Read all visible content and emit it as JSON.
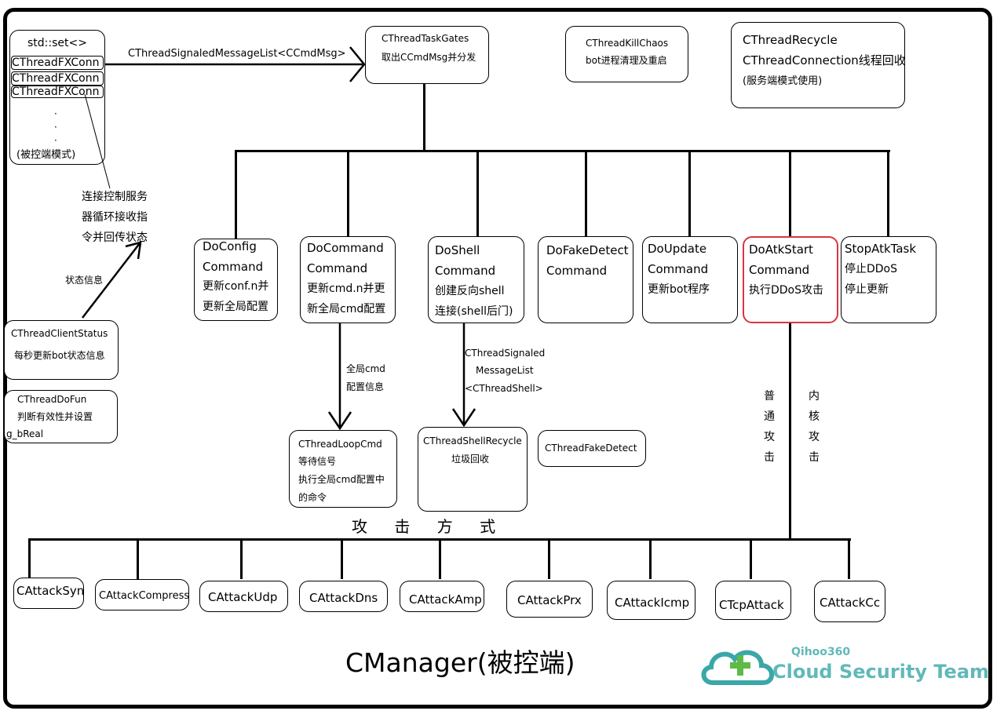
{
  "std_set": {
    "title": "std::set<>",
    "items": [
      "CThreadFXConn",
      "CThreadFXConn",
      "CThreadFXConn"
    ],
    "dots": [
      "·",
      "·",
      "·"
    ],
    "mode": "(被控端模式)"
  },
  "signaled_list_label": "CThreadSignaledMessageList<CCmdMsg>",
  "task_gates": {
    "title": "CThreadTaskGates",
    "desc": "取出CCmdMsg并分发"
  },
  "kill_chaos": {
    "title": "CThreadKillChaos",
    "desc": "bot进程清理及重启"
  },
  "recycle": {
    "lines": [
      "CThreadRecycle",
      "CThreadConnection线程回收",
      "(服务端模式使用)"
    ]
  },
  "loop_note": [
    "连接控制服务",
    "器循环接收指",
    "令并回传状态"
  ],
  "status_info": "状态信息",
  "client_status": {
    "title": "CThreadClientStatus",
    "desc": "每秒更新bot状态信息"
  },
  "do_fun": {
    "lines": [
      "CThreadDoFun",
      "判断有效性并设置",
      "g_bReal"
    ]
  },
  "commands": [
    {
      "lines": [
        "DoConfig",
        "Command",
        "更新conf.n并",
        "更新全局配置"
      ]
    },
    {
      "lines": [
        "DoCommand",
        "Command",
        "更新cmd.n并更",
        "新全局cmd配置"
      ]
    },
    {
      "lines": [
        "DoShell",
        "Command",
        "创建反向shell",
        "连接(shell后门)"
      ]
    },
    {
      "lines": [
        "DoFakeDetect",
        "Command"
      ]
    },
    {
      "lines": [
        "DoUpdate",
        "Command",
        "更新bot程序"
      ]
    },
    {
      "lines": [
        "DoAtkStart",
        "Command",
        "执行DDoS攻击"
      ]
    },
    {
      "lines": [
        "StopAtkTask",
        "停止DDoS",
        "停止更新"
      ]
    }
  ],
  "global_cmd_label": [
    "全局cmd",
    "配置信息"
  ],
  "shell_list_label": [
    "CThreadSignaled",
    "MessageList",
    "<CThreadShell>"
  ],
  "loop_cmd": {
    "lines": [
      "CThreadLoopCmd",
      "等待信号",
      "执行全局cmd配置中",
      "的命令"
    ]
  },
  "shell_recycle": {
    "lines": [
      "CThreadShellRecycle",
      "垃圾回收"
    ]
  },
  "fake_detect": "CThreadFakeDetect",
  "normal_attack": [
    "普",
    "通",
    "攻",
    "击"
  ],
  "kernel_attack": [
    "内",
    "核",
    "攻",
    "击"
  ],
  "attack_methods_label": "攻 击 方 式",
  "attacks": [
    "CAttackSyn",
    "CAttackCompress",
    "CAttackUdp",
    "CAttackDns",
    "CAttackAmp",
    "CAttackPrx",
    "CAttackIcmp",
    "CTcpAttack",
    "CAttackCc"
  ],
  "footer_title": "CManager(被控端)",
  "logo": {
    "line1": "Qihoo360",
    "line2": "Cloud Security Team"
  },
  "colors": {
    "highlight": "#d9363e",
    "logo_teal": "#3aa7a8",
    "logo_green": "#5dbb46"
  }
}
